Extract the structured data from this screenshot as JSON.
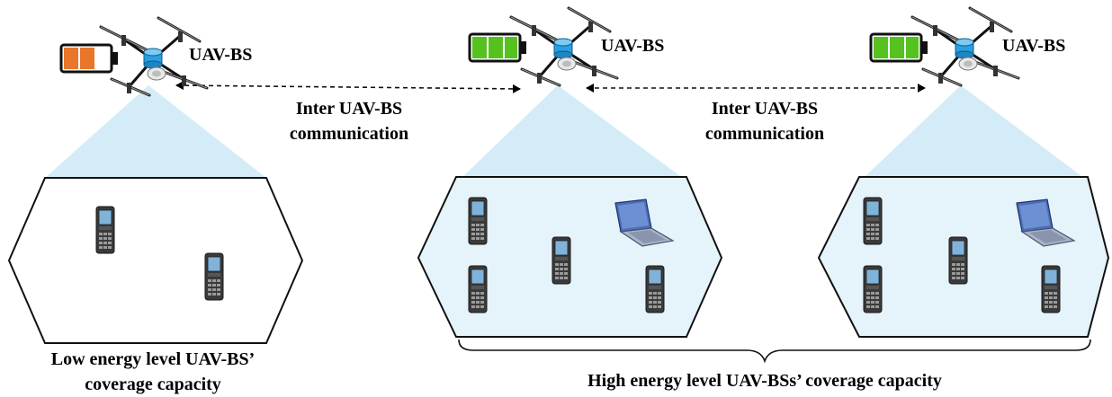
{
  "uav_label": "UAV-BS",
  "link_label_line1": "Inter UAV-BS",
  "link_label_line2": "communication",
  "low_caption_line1": "Low energy level UAV-BS’",
  "low_caption_line2": "coverage capacity",
  "high_caption": "High energy level UAV-BSs’ coverage capacity",
  "battery_levels": [
    "low",
    "full",
    "full"
  ],
  "colors": {
    "battery_low": "#e8762b",
    "battery_full": "#55c21f",
    "beam": "#d4ecf7",
    "cell_fill": "#e5f3fa",
    "uav_body": "#2a9ee0"
  },
  "icons": [
    "uav-drone-icon",
    "battery-icon",
    "phone-icon",
    "laptop-icon"
  ]
}
